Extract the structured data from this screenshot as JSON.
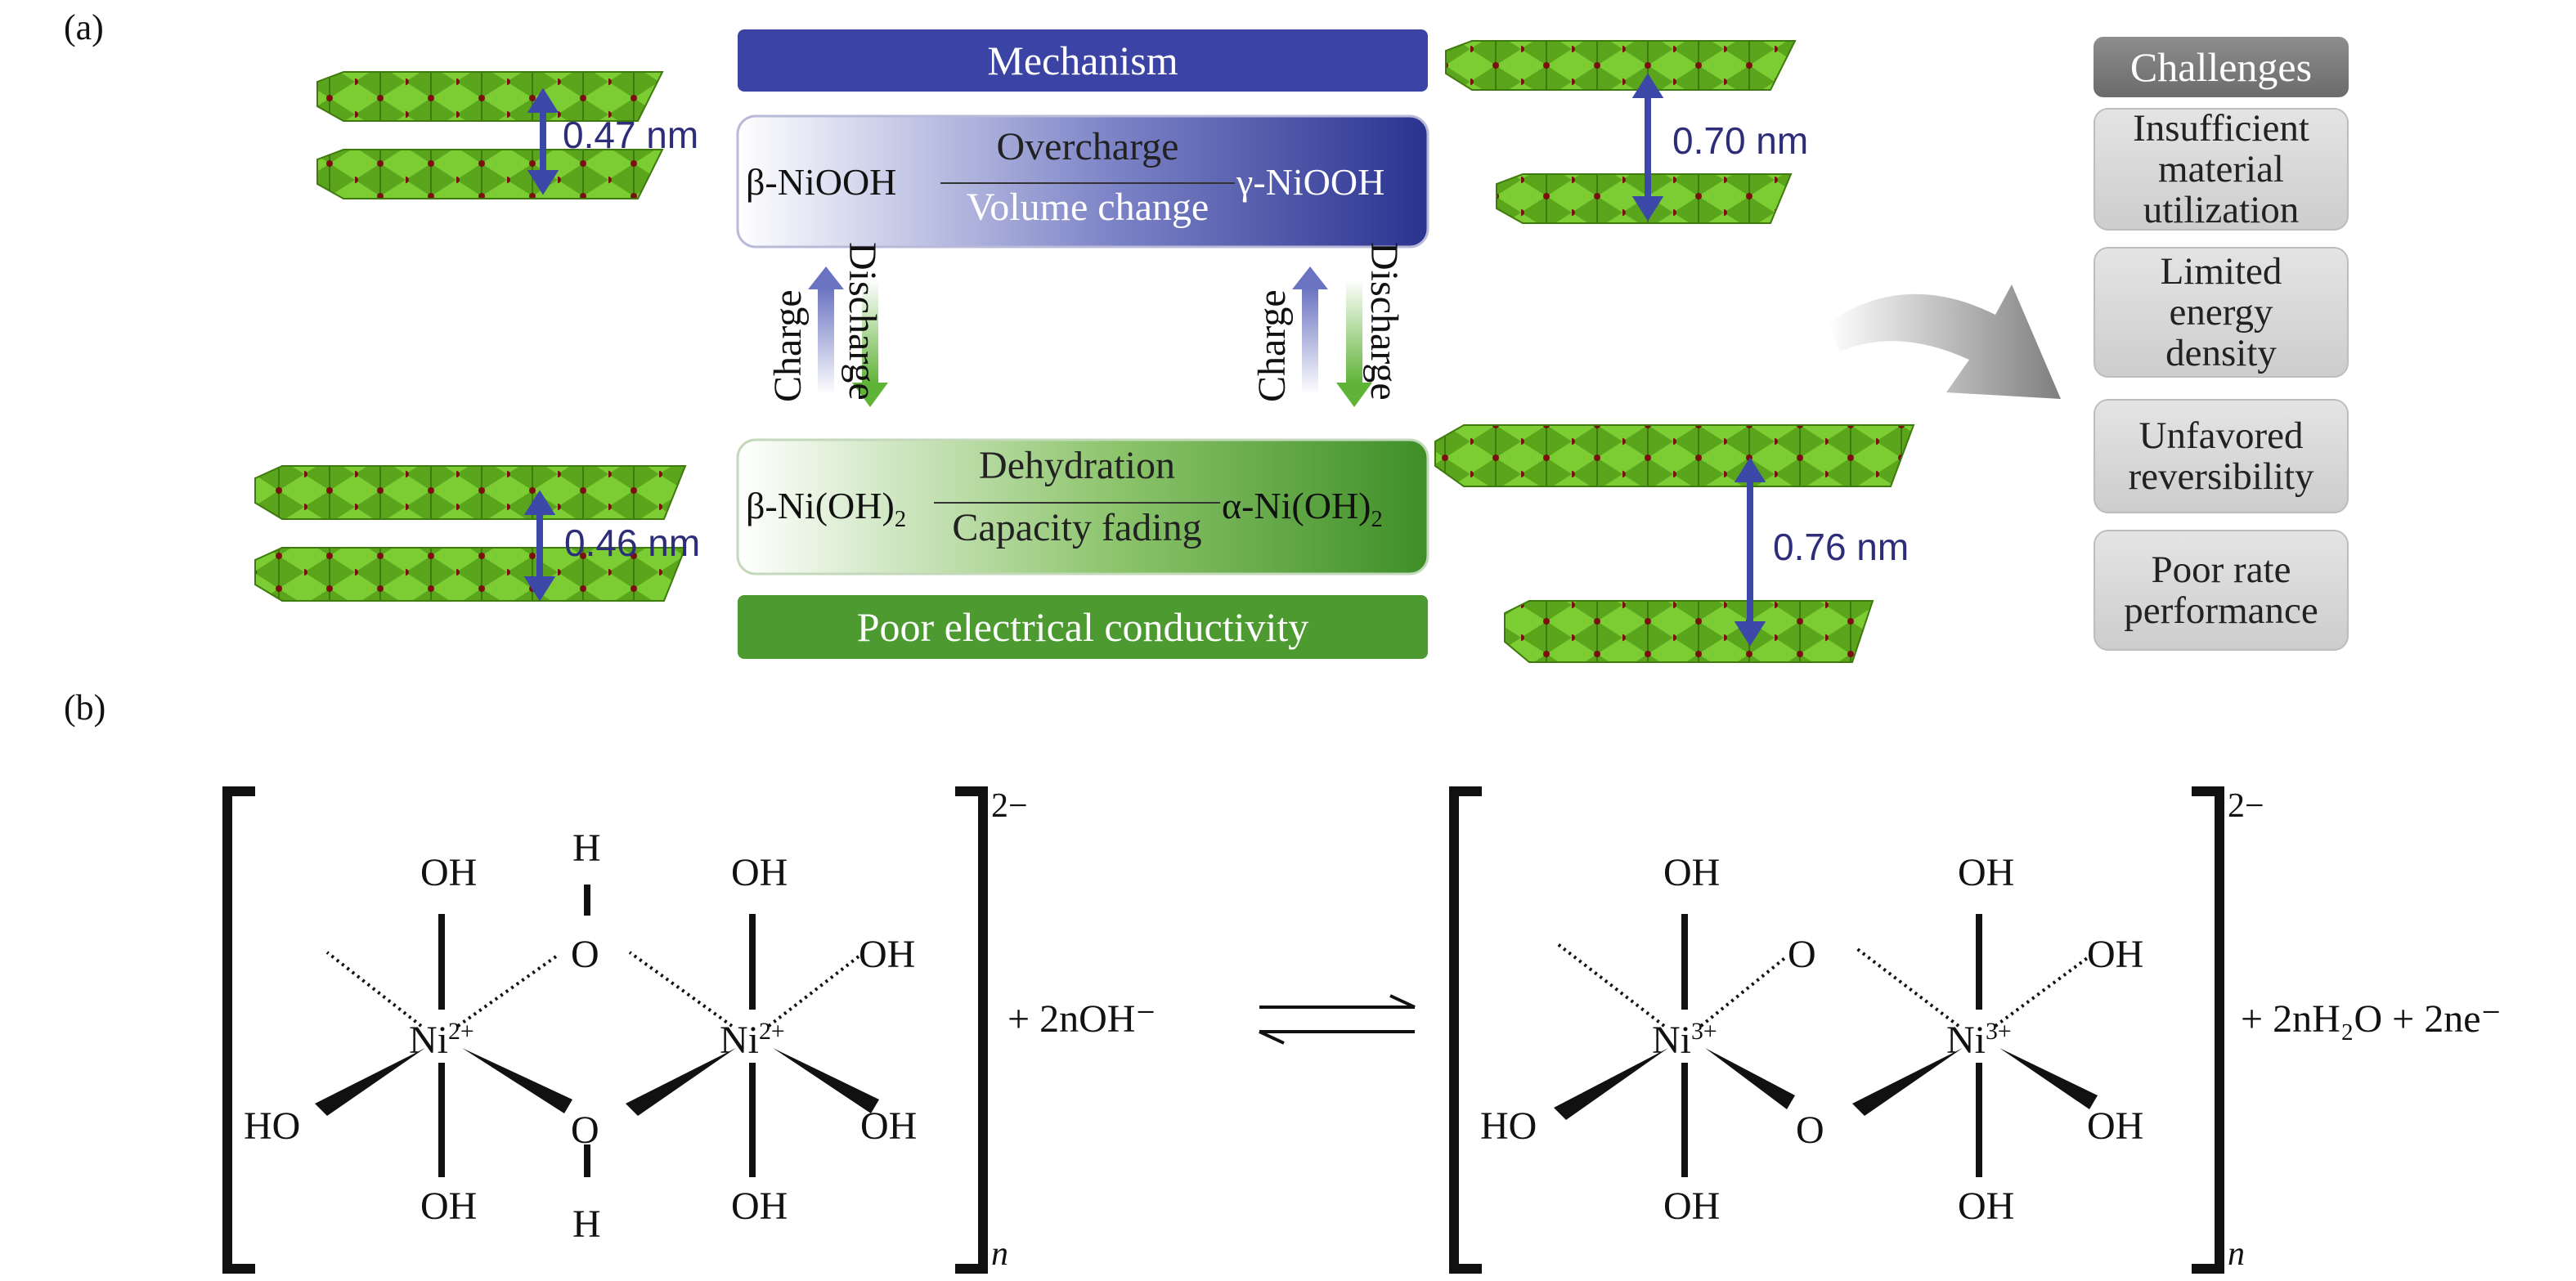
{
  "panel_labels": {
    "a": "(a)",
    "b": "(b)"
  },
  "mechanism": {
    "title": "Mechanism",
    "top_left": "β-NiOOH",
    "top_right": "γ-NiOOH",
    "top_over": "Overcharge",
    "top_under": "Volume change",
    "bottom_left_base": "β-Ni(OH)",
    "bottom_left_sub": "2",
    "bottom_right_base": "α-Ni(OH)",
    "bottom_right_sub": "2",
    "bottom_over": "Dehydration",
    "bottom_under": "Capacity fading",
    "footer": "Poor electrical conductivity",
    "charge": "Charge",
    "discharge": "Discharge",
    "colors": {
      "blue": "#2e3892",
      "green": "#4f9a2e"
    }
  },
  "spacings": {
    "beta_niooh": "0.47 nm",
    "gamma_niooh": "0.70 nm",
    "beta_nioh2": "0.46 nm",
    "alpha_nioh2": "0.76 nm"
  },
  "challenges": {
    "title": "Challenges",
    "items": [
      {
        "l1": "Insufficient",
        "l2": "material",
        "l3": "utilization"
      },
      {
        "l1": "Limited",
        "l2": "energy",
        "l3": "density"
      },
      {
        "l1": "Unfavored",
        "l2": "reversibility",
        "l3": ""
      },
      {
        "l1": "Poor rate",
        "l2": "performance",
        "l3": ""
      }
    ]
  },
  "reaction": {
    "oh": "OH",
    "ho": "HO",
    "o": "O",
    "h": "H",
    "ni2": "Ni",
    "ni2_charge": "2+",
    "ni3": "Ni",
    "ni3_charge": "3+",
    "bracket_charge": "2−",
    "subscript_n": "n",
    "left_term": "+  2nOH⁻",
    "right_term": "+  2nH₂O + 2ne⁻"
  }
}
